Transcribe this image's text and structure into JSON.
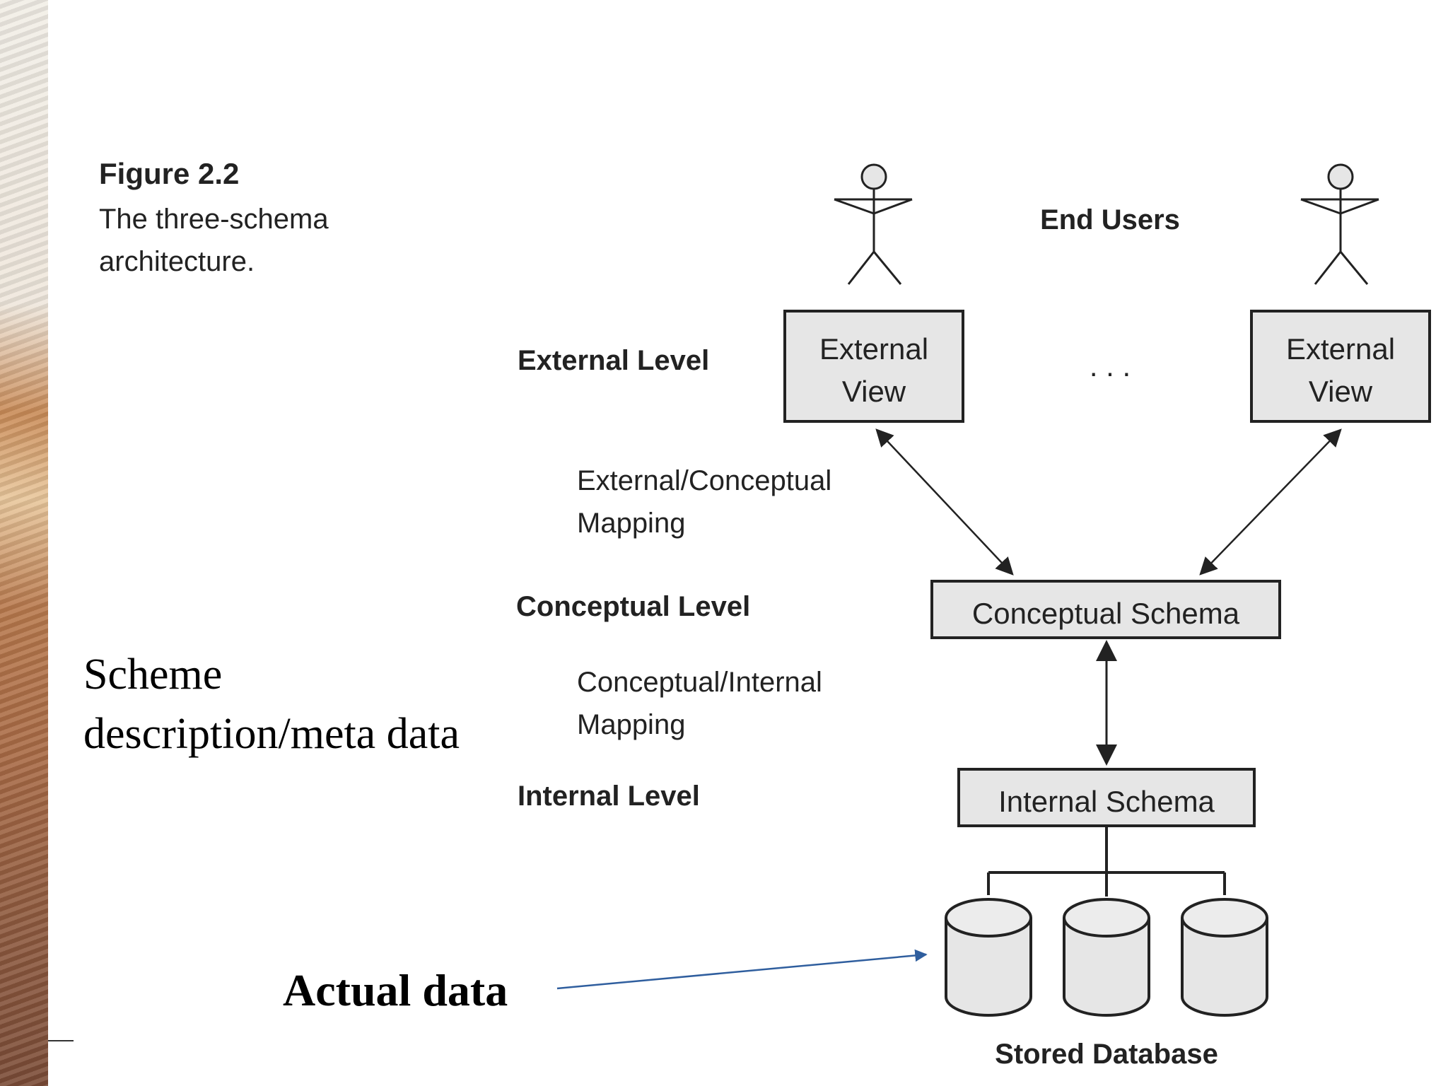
{
  "figure": {
    "title": "Figure 2.2",
    "caption_lines": [
      "The three-schema",
      "architecture."
    ]
  },
  "end_users_label": "End Users",
  "levels": {
    "external": "External Level",
    "conceptual": "Conceptual Level",
    "internal": "Internal Level"
  },
  "mappings": {
    "external_conceptual": [
      "External/Conceptual",
      "Mapping"
    ],
    "conceptual_internal": [
      "Conceptual/Internal",
      "Mapping"
    ]
  },
  "boxes": {
    "external_view_left": [
      "External",
      "View"
    ],
    "external_view_right": [
      "External",
      "View"
    ],
    "ellipsis": ". . .",
    "conceptual_schema": "Conceptual Schema",
    "internal_schema": "Internal Schema"
  },
  "stored_database_label": "Stored Database",
  "annotations": {
    "scheme_lines": [
      "Scheme",
      "description/meta data"
    ],
    "actual_data": "Actual data"
  },
  "colors": {
    "box_fill": "#e6e6e6",
    "box_stroke": "#222222",
    "annotation_arrow": "#2f5e9e"
  }
}
